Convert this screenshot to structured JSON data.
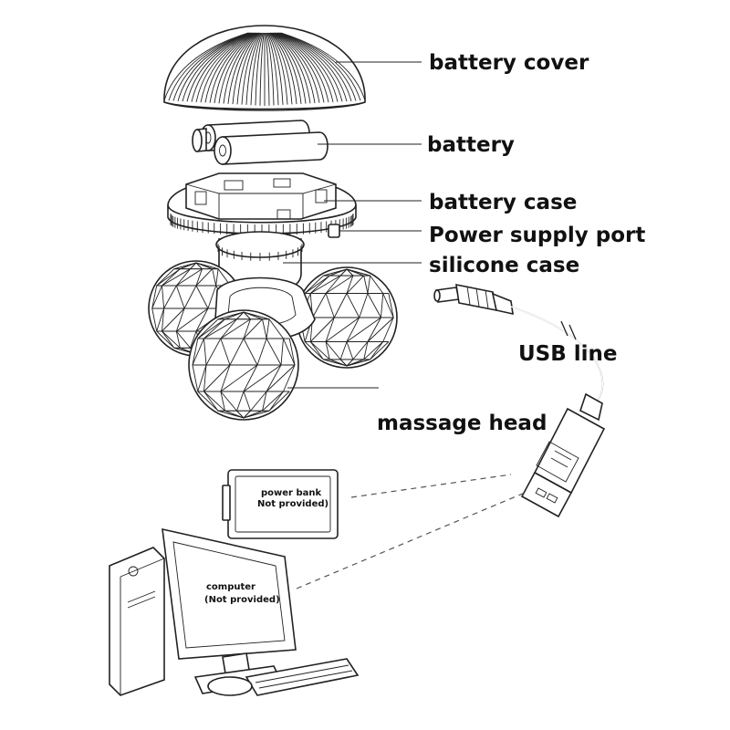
{
  "labels": {
    "battery_cover": "battery cover",
    "battery": "battery",
    "battery_case": "battery case",
    "power_supply_port": "Power supply port",
    "silicone_case": "silicone case",
    "usb_line": "USB line",
    "massage_head": "massage head"
  },
  "accessories": {
    "power_bank_line1": "power bank",
    "power_bank_line2": "Not provided)",
    "computer_line1": "computer",
    "computer_line2": "(Not provided)"
  }
}
